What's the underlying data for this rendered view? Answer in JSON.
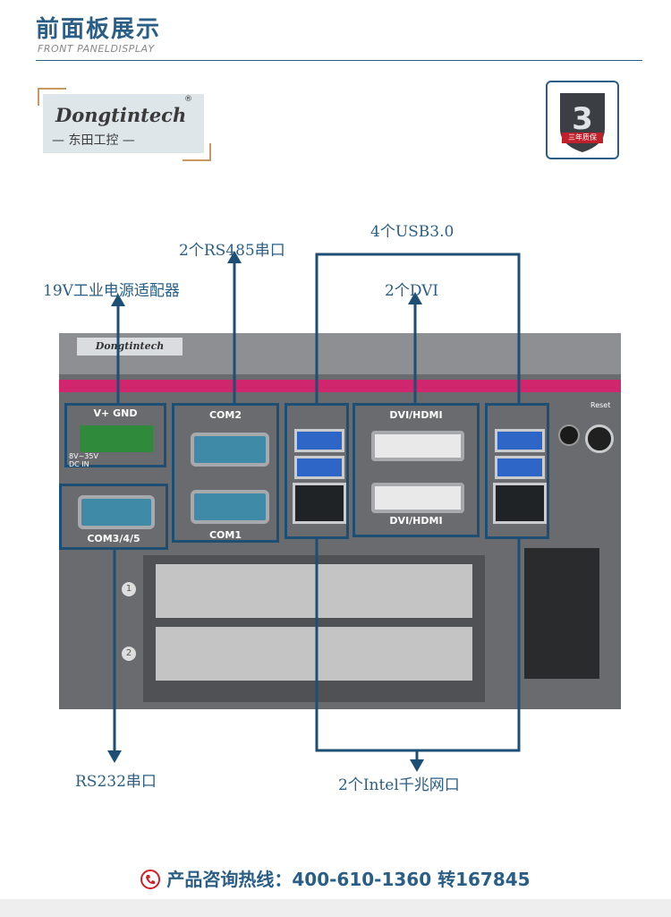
{
  "header": {
    "title": "前面板展示",
    "subtitle": "FRONT PANELDISPLAY"
  },
  "brand": {
    "logo": "Dongtintech",
    "logo_cn": "— 东田工控 —",
    "registered": "®",
    "device_logo": "Dongtintech",
    "warranty_badge": "三年质保"
  },
  "callouts": {
    "power": "19V工业电源适配器",
    "rs485": "2个RS485串口",
    "usb": "4个USB3.0",
    "dvi": "2个DVI",
    "rs232": "RS232串口",
    "lan": "2个Intel千兆网口"
  },
  "ports": {
    "power_label": "V+ GND",
    "power_range": "8V~35V",
    "power_dc": "DC IN",
    "com2": "COM2",
    "com1": "COM1",
    "com345": "COM3/4/5",
    "dvi_top": "DVI/HDMI",
    "dvi_bottom": "DVI/HDMI",
    "reset": "Reset",
    "slot1": "1",
    "slot2": "2"
  },
  "contact": {
    "phone_text": "产品咨询热线：400-610-1360 转167845"
  },
  "colors": {
    "brand_blue": "#2a5e86",
    "accent_pink": "#d0266e"
  }
}
